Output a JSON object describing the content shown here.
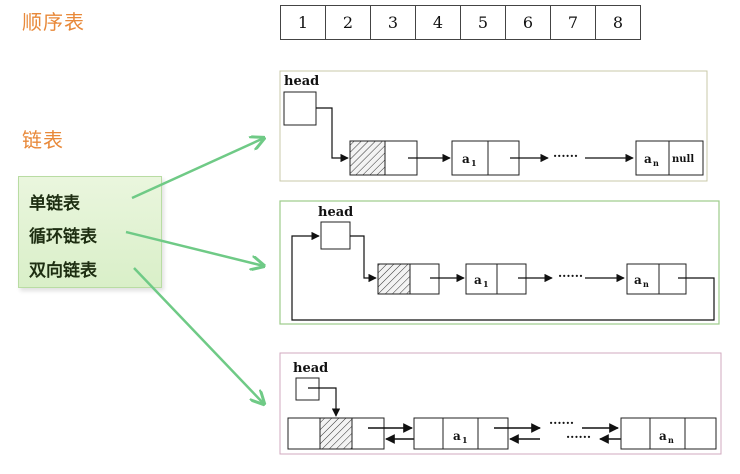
{
  "sections": {
    "sequential": "顺序表",
    "linked": "链表"
  },
  "array_cells": [
    "1",
    "2",
    "3",
    "4",
    "5",
    "6",
    "7",
    "8"
  ],
  "list_types": [
    "单链表",
    "循环链表",
    "双向链表"
  ],
  "diagram_text": {
    "head": "head",
    "node_a": "a",
    "sub_1": "1",
    "sub_n": "n",
    "null_label": "null",
    "ellipsis": "······"
  },
  "colors": {
    "section_title": "#e8893a",
    "arrow_green": "#6fca86",
    "box_green": "#d9efc8",
    "frame_singly": "#c9c9a8",
    "frame_circular": "#9ccc8a",
    "frame_doubly": "#d2a9bf"
  }
}
